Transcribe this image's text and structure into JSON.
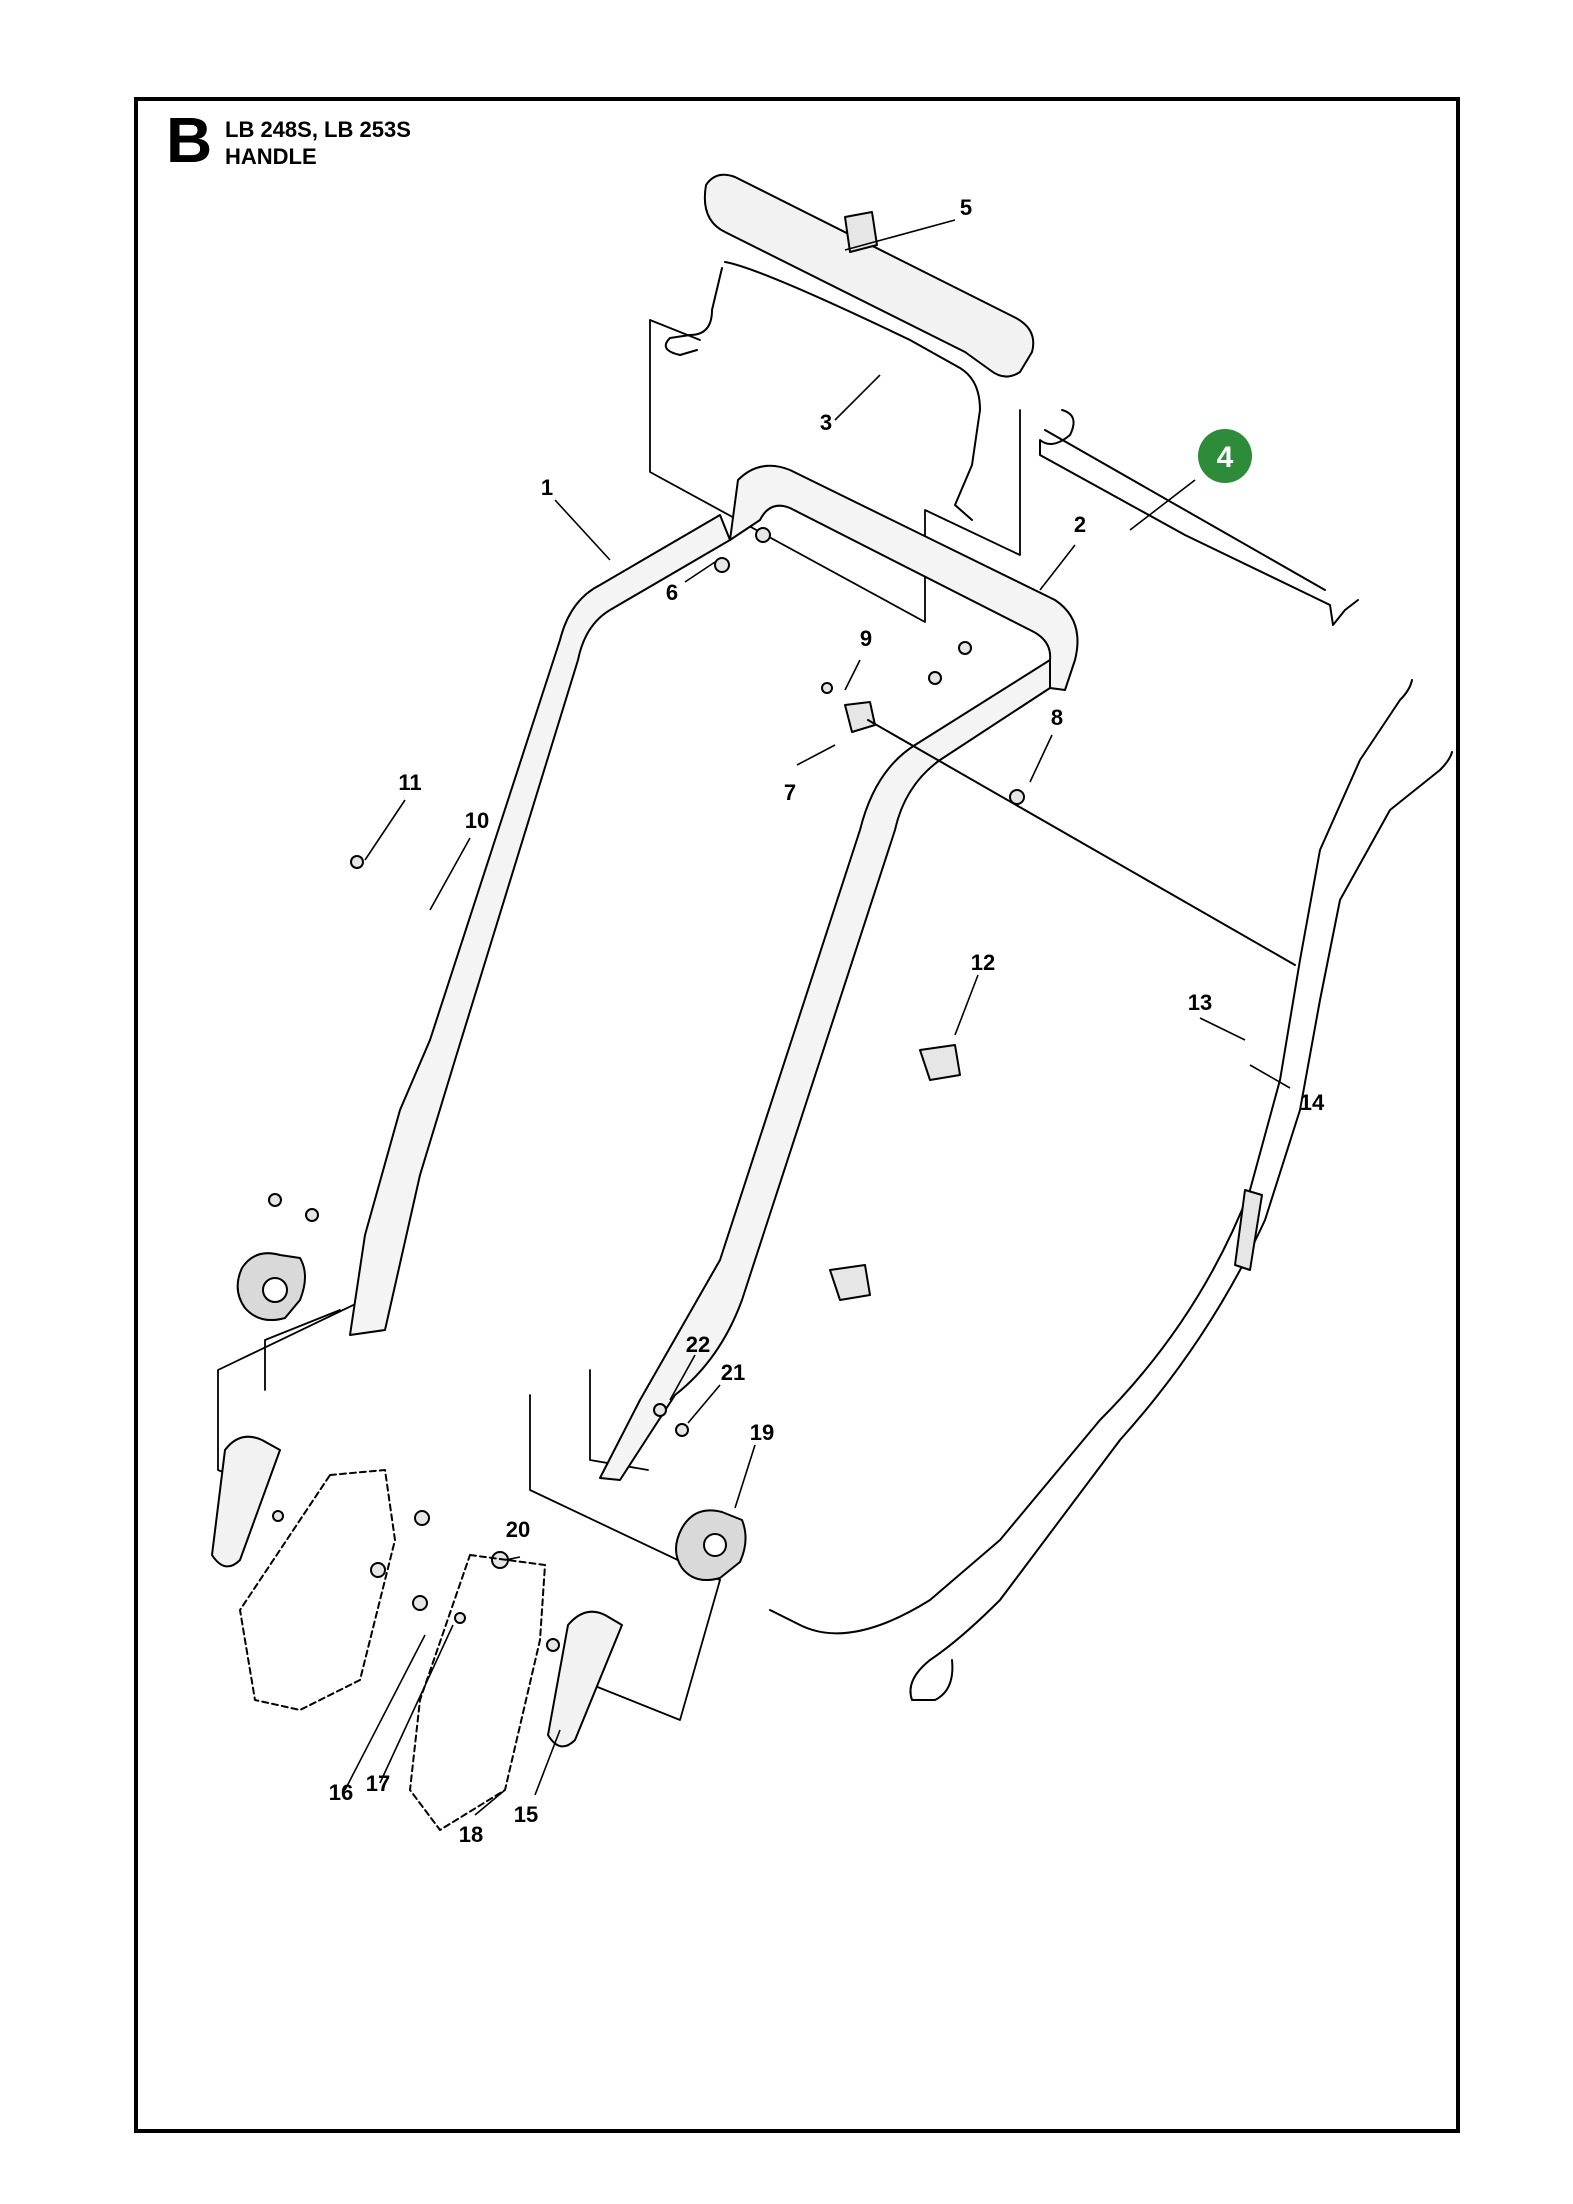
{
  "header": {
    "section": "B",
    "models": "LB 248S, LB 253S",
    "group": "HANDLE"
  },
  "highlight": {
    "part": "4",
    "color": "#2e8b3a"
  },
  "callouts": [
    "1",
    "2",
    "3",
    "5",
    "6",
    "7",
    "8",
    "9",
    "10",
    "11",
    "12",
    "13",
    "14",
    "15",
    "16",
    "17",
    "18",
    "19",
    "20",
    "21",
    "22"
  ],
  "colors": {
    "line": "#000000",
    "fill": "#e6e6e6"
  }
}
